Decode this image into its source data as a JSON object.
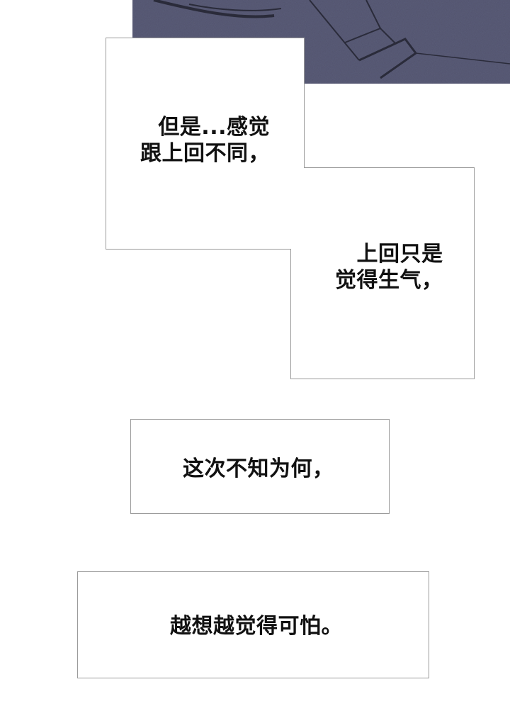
{
  "colors": {
    "art_background": "#5a5c78",
    "art_lines": "#2a2b3a",
    "page_background": "#ffffff",
    "box_border": "#9a9a9a",
    "text": "#111111"
  },
  "captions": {
    "box1": {
      "line1": "但是...感觉",
      "line2": "跟上回不同，"
    },
    "box2": {
      "line1": "上回只是",
      "line2": "觉得生气，"
    },
    "box3": {
      "line1": "这次不知为何，"
    },
    "box4": {
      "line1": "越想越觉得可怕。"
    }
  }
}
